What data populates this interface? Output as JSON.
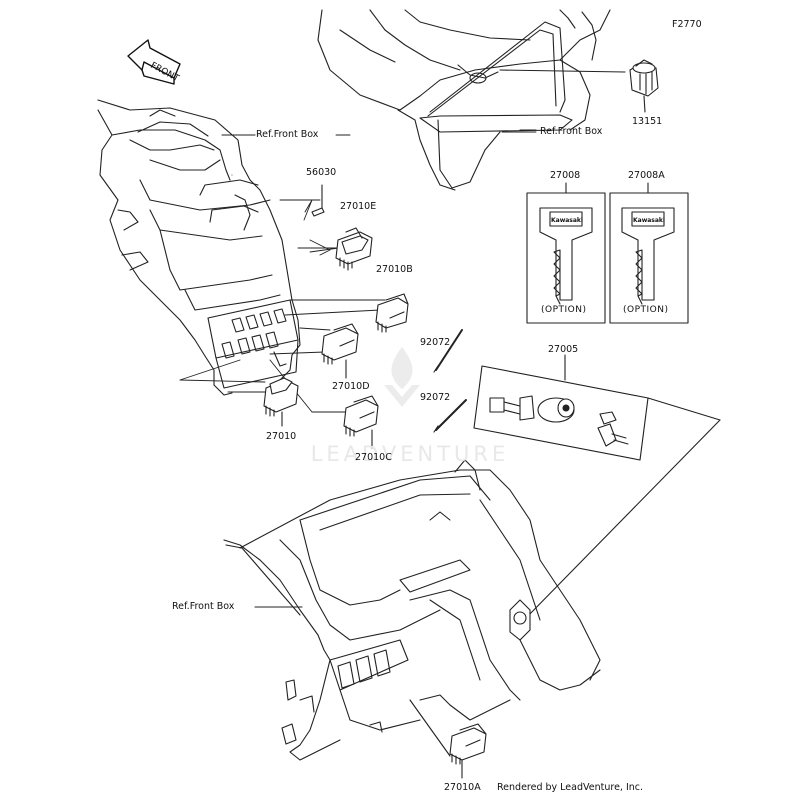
{
  "diagram": {
    "figure_code": "F2770",
    "front_arrow_label": "FRONT",
    "watermark": "LEADVENTURE",
    "footer": "Rendered by LeadVenture, Inc.",
    "ref_labels": [
      "Ref.Front Box",
      "Ref.Front Box",
      "Ref.Front Box"
    ],
    "parts": {
      "p13151": "13151",
      "p56030": "56030",
      "p27010E": "27010E",
      "p27010B": "27010B",
      "p27010D": "27010D",
      "p27010": "27010",
      "p27010C": "27010C",
      "p27010A": "27010A",
      "p92072a": "92072",
      "p92072b": "92072",
      "p27008": "27008",
      "p27008A": "27008A",
      "p27005": "27005"
    },
    "option_label": "(OPTION)",
    "key_brand": "Kawasaki"
  }
}
